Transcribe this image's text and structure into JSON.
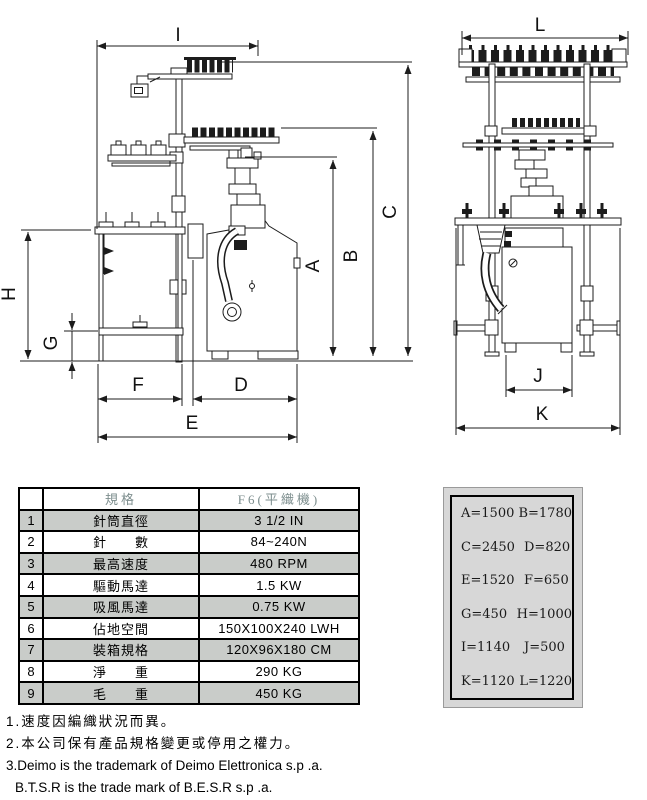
{
  "drawings": {
    "front_view": {
      "labels": {
        "I": "I",
        "A": "A",
        "B": "B",
        "C": "C",
        "H": "H",
        "G": "G",
        "F": "F",
        "D": "D",
        "E": "E"
      }
    },
    "side_view": {
      "labels": {
        "L": "L",
        "J": "J",
        "K": "K"
      }
    }
  },
  "spec_table": {
    "col_headers": {
      "spec": "規格",
      "model": "F6(平織機)"
    },
    "rows": [
      {
        "no": "1",
        "name": "針筒直徑",
        "value": "3 1/2 IN"
      },
      {
        "no": "2",
        "name": "針　　數",
        "value": "84~240N"
      },
      {
        "no": "3",
        "name": "最高速度",
        "value": "480 RPM"
      },
      {
        "no": "4",
        "name": "驅動馬達",
        "value": "1.5 KW"
      },
      {
        "no": "5",
        "name": "吸風馬達",
        "value": "0.75 KW"
      },
      {
        "no": "6",
        "name": "佔地空間",
        "value": "150X100X240 LWH"
      },
      {
        "no": "7",
        "name": "裝箱規格",
        "value": "120X96X180 CM"
      },
      {
        "no": "8",
        "name": "淨　　重",
        "value": "290 KG"
      },
      {
        "no": "9",
        "name": "毛　　重",
        "value": "450 KG"
      }
    ]
  },
  "dimension_box": {
    "pairs": [
      [
        "A=1500",
        "B=1780"
      ],
      [
        "C=2450",
        "D=820"
      ],
      [
        "E=1520",
        "F=650"
      ],
      [
        "G=450",
        "H=1000"
      ],
      [
        "I=1140",
        "J=500"
      ],
      [
        "K=1120",
        "L=1220"
      ]
    ]
  },
  "notes": [
    "1.速度因編織狀況而異。",
    "2.本公司保有產品規格變更或停用之權力。",
    "3.Deimo is the trademark of Deimo Elettronica s.p .a.",
    "B.T.S.R is the trade mark of B.E.S.R  s.p .a."
  ]
}
